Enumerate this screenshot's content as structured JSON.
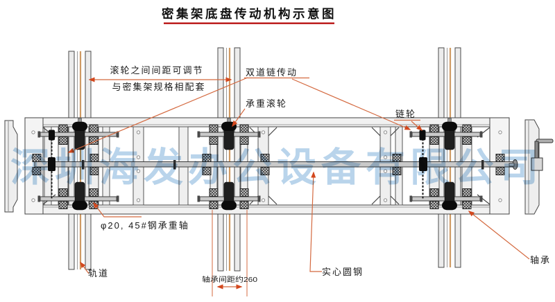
{
  "title": {
    "text": "密集架底盘传动机构示意图"
  },
  "watermark": {
    "text": "深圳海发办公设备有限公司"
  },
  "labels": {
    "roller_spacing_line1": "滚轮之间间距可调节",
    "roller_spacing_line2": "与密集架规格相配套",
    "double_chain_drive": "双道链传动",
    "load_bearing_roller": "承重滚轮",
    "sprocket": "链轮",
    "bearing": "轴承",
    "solid_round_steel": "实心圆钢",
    "rail_track": "轨道",
    "load_shaft": "φ20, 45#钢承重轴",
    "bearing_spacing": "轴承间距约260"
  },
  "colors": {
    "title_underline": "#b30000",
    "leader_line": "#d4693f",
    "arrowhead": "#d3481e",
    "watermark": "#b5d2ea",
    "track_center_line": "#cf9a63",
    "ink": "#1a1a1a"
  }
}
